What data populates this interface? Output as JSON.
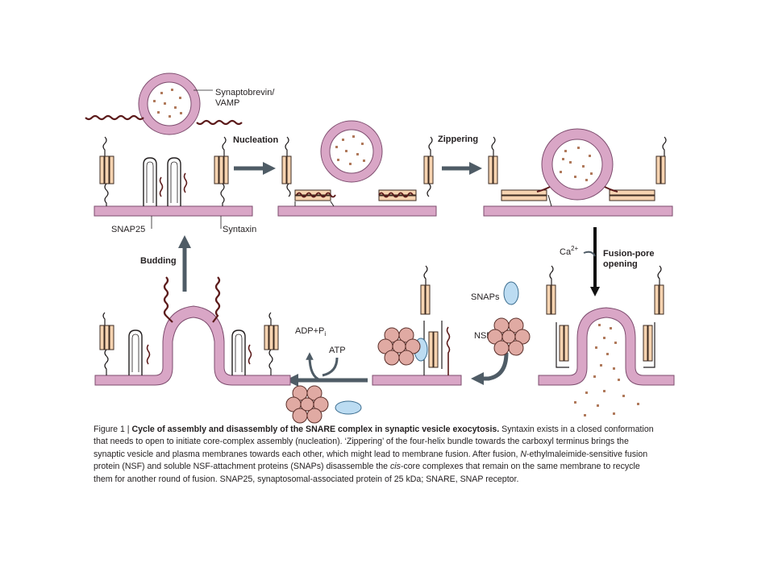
{
  "colors": {
    "membrane": "#d9a6c6",
    "membrane_edge": "#7d4c6e",
    "helix_fill": "#f6d3b0",
    "helix_edge": "#3b2a20",
    "snare_wave": "#5b1a1a",
    "nsf": "#e0aaa3",
    "snaps": "#bcdcf2",
    "arrow": "#4f5c66",
    "vesicle_lumen": "#ffffff",
    "dots": "#b07a5c"
  },
  "labels": {
    "synaptobrevin": [
      "Synaptobrevin/",
      "VAMP"
    ],
    "nucleation": "Nucleation",
    "zippering": "Zippering",
    "snap25": "SNAP25",
    "syntaxin": "Syntaxin",
    "budding": "Budding",
    "calcium": "Ca",
    "calcium_sup": "2+",
    "fusion_pore": [
      "Fusion-pore",
      "opening"
    ],
    "snaps": "SNAPs",
    "nsf": "NSF",
    "adp": "ADP+P",
    "adp_sub": "i",
    "atp": "ATP"
  },
  "caption": {
    "figure_label": "Figure 1 | ",
    "title": "Cycle of assembly and disassembly of the SNARE complex in synaptic vesicle exocytosis.",
    "body_1": " Syntaxin exists in a closed conformation that needs to open to initiate core-complex assembly (nucleation). ‘Zippering’ of the four-helix bundle towards the carboxyl terminus brings the synaptic vesicle and plasma membranes towards each other, which might lead to membrane fusion. After fusion, ",
    "italic_1": "N",
    "body_2": "-ethylmaleimide-sensitive fusion protein (NSF) and soluble NSF-attachment proteins (SNAPs) disassemble the ",
    "italic_2": "cis",
    "body_3": "-core complexes that remain on the same membrane to recycle them for another round of fusion. SNAP25, synaptosomal-associated protein of 25 kDa; SNARE, SNAP receptor."
  }
}
